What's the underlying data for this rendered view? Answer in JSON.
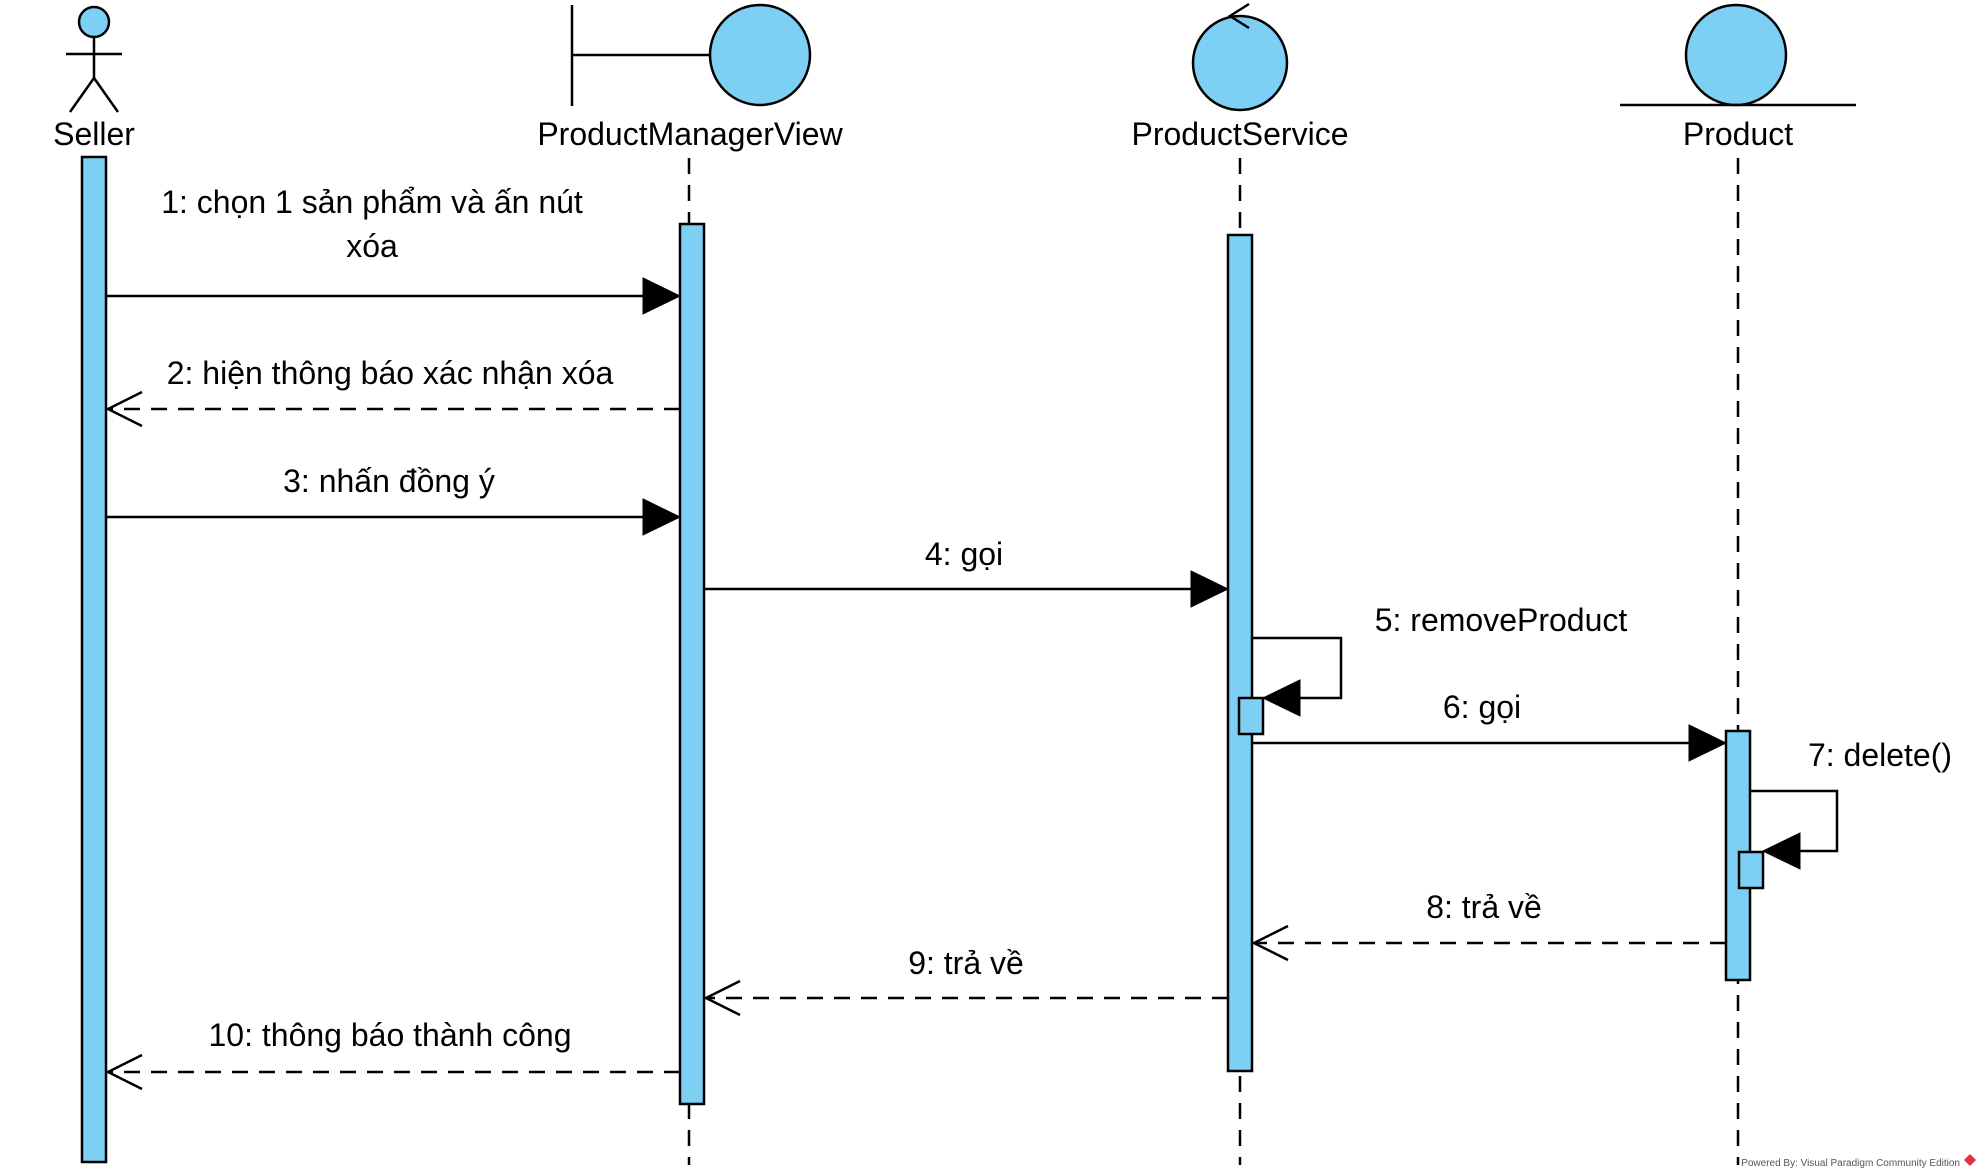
{
  "diagram": {
    "participants": [
      {
        "id": "seller",
        "kind": "actor",
        "name": "Seller"
      },
      {
        "id": "view",
        "kind": "boundary",
        "name": "ProductManagerView"
      },
      {
        "id": "service",
        "kind": "control",
        "name": "ProductService"
      },
      {
        "id": "product",
        "kind": "entity",
        "name": "Product"
      }
    ],
    "messages": [
      {
        "from": "seller",
        "to": "view",
        "style": "sync",
        "label_lines": [
          "1: chọn 1 sản phẩm và ấn nút",
          "xóa"
        ]
      },
      {
        "from": "view",
        "to": "seller",
        "style": "return",
        "label_lines": [
          "2: hiện thông báo xác nhận xóa"
        ]
      },
      {
        "from": "seller",
        "to": "view",
        "style": "sync",
        "label_lines": [
          "3: nhấn đồng ý"
        ]
      },
      {
        "from": "view",
        "to": "service",
        "style": "sync",
        "label_lines": [
          "4: gọi"
        ]
      },
      {
        "from": "service",
        "to": "service",
        "style": "self",
        "label_lines": [
          "5: removeProduct"
        ]
      },
      {
        "from": "service",
        "to": "product",
        "style": "sync",
        "label_lines": [
          "6: gọi"
        ]
      },
      {
        "from": "product",
        "to": "product",
        "style": "self",
        "label_lines": [
          "7: delete()"
        ]
      },
      {
        "from": "product",
        "to": "service",
        "style": "return",
        "label_lines": [
          "8: trả về"
        ]
      },
      {
        "from": "service",
        "to": "view",
        "style": "return",
        "label_lines": [
          "9: trả về"
        ]
      },
      {
        "from": "view",
        "to": "seller",
        "style": "return",
        "label_lines": [
          "10: thông báo thành công"
        ]
      }
    ],
    "footer": "Powered By: Visual Paradigm Community Edition",
    "colors": {
      "fill": "#7DD0F4",
      "stroke": "#000000",
      "background": "#ffffff",
      "logo": "#E0323C"
    }
  }
}
